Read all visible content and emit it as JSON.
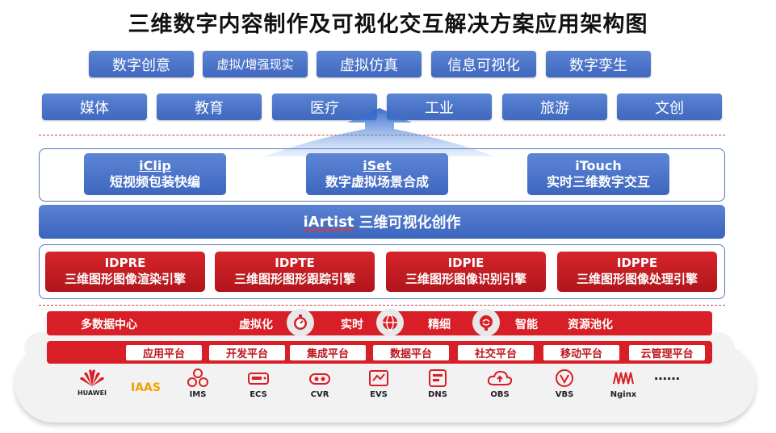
{
  "title": "三维数字内容制作及可视化交互解决方案应用架构图",
  "scenarios": [
    "数字创意",
    "虚拟/增强现实",
    "虚拟仿真",
    "信息可视化",
    "数字孪生"
  ],
  "industries": [
    "媒体",
    "教育",
    "医疗",
    "工业",
    "旅游",
    "文创"
  ],
  "products": [
    {
      "name": "iClip",
      "desc": "短视频包装快编"
    },
    {
      "name": "iSet",
      "desc": "数字虚拟场景合成"
    },
    {
      "name": "iTouch",
      "desc": "实时三维数字交互"
    }
  ],
  "artist": {
    "name": "iArtist",
    "desc": "三维可视化创作"
  },
  "engines": [
    {
      "name": "IDPRE",
      "desc": "三维图形图像渲染引擎"
    },
    {
      "name": "IDPTE",
      "desc": "三维图形图形跟踪引擎"
    },
    {
      "name": "IDPIE",
      "desc": "三维图形图像识别引擎"
    },
    {
      "name": "IDPPE",
      "desc": "三维图形图像处理引擎"
    }
  ],
  "infra_features": [
    "多数据中心",
    "虚拟化",
    "实时",
    "精细",
    "智能",
    "资源池化"
  ],
  "platforms": [
    "应用平台",
    "开发平台",
    "集成平台",
    "数据平台",
    "社交平台",
    "移动平台",
    "云管理平台"
  ],
  "cloud": {
    "vendor": "HUAWEI",
    "layer": "IAAS",
    "services": [
      "IMS",
      "ECS",
      "CVR",
      "EVS",
      "DNS",
      "OBS",
      "VBS",
      "Nginx"
    ],
    "more": "……"
  },
  "colors": {
    "blue": "#4470c8",
    "red": "#d81e26",
    "iaas": "#f0a000"
  }
}
